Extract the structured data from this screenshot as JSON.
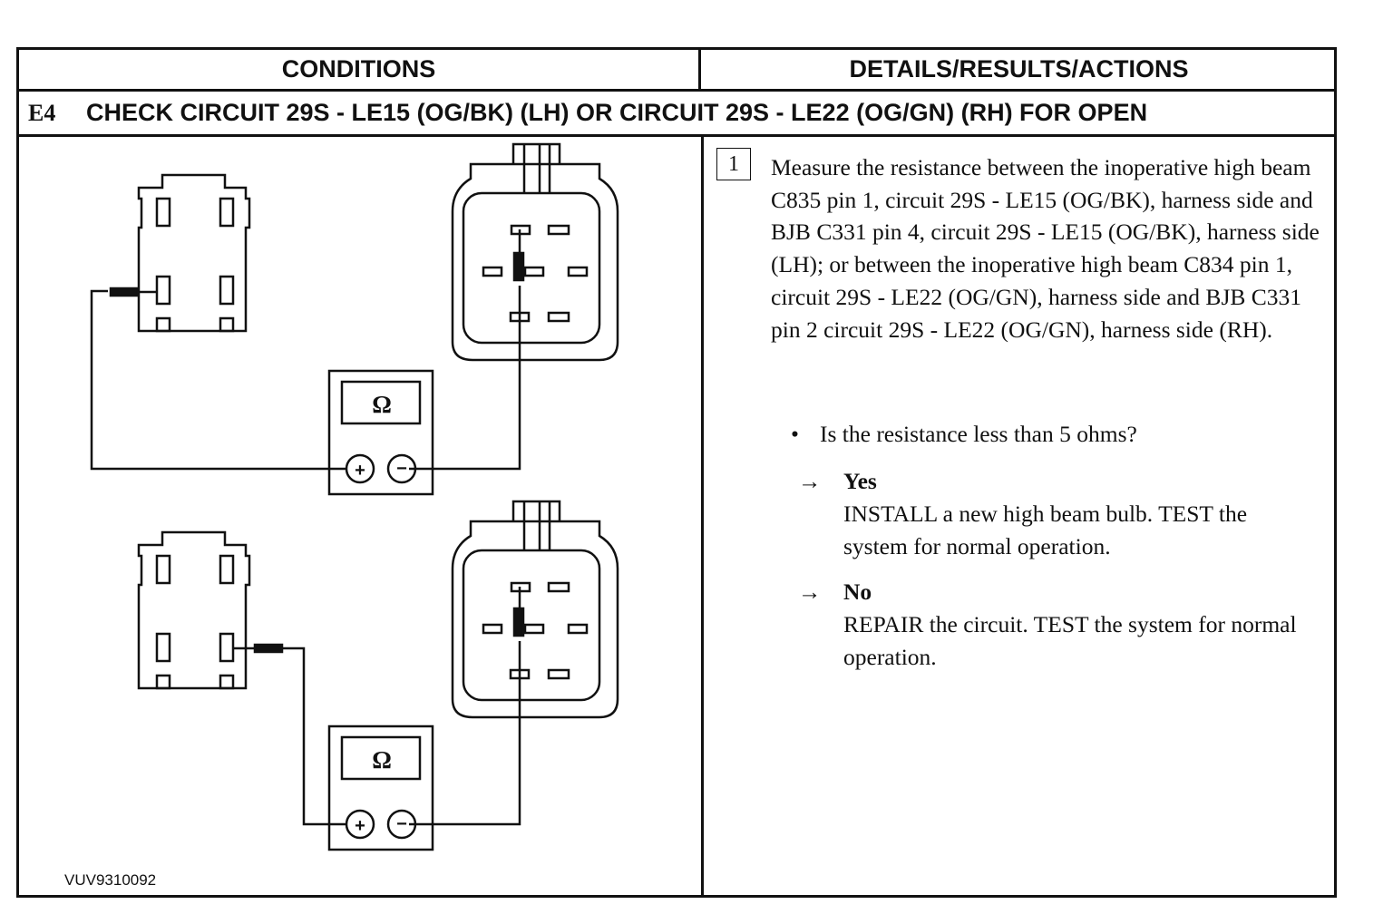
{
  "headers": {
    "conditions": "CONDITIONS",
    "details": "DETAILS/RESULTS/ACTIONS"
  },
  "step": {
    "number": "E4",
    "title": "CHECK CIRCUIT 29S - LE15 (OG/BK) (LH) OR CIRCUIT 29S - LE22 (OG/GN) (RH) FOR OPEN"
  },
  "diagram": {
    "meter_symbol": "Ω",
    "plus_symbol": "+",
    "minus_symbol": "−",
    "figure_id": "VUV9310092"
  },
  "procedure": {
    "step_label": "1",
    "instruction": "Measure the resistance between the inoperative high beam C835 pin 1, circuit 29S - LE15 (OG/BK), harness side and BJB C331 pin 4, circuit 29S - LE15 (OG/BK), harness side (LH); or between the inoperative high beam C834 pin 1, circuit 29S - LE22 (OG/GN), harness side and BJB C331 pin 2 circuit 29S - LE22 (OG/GN), harness side (RH).",
    "question": "Is the resistance less than 5 ohms?",
    "yes": {
      "arrow": "→",
      "label": "Yes",
      "action": "INSTALL a new high beam bulb. TEST the system for normal operation."
    },
    "no": {
      "arrow": "→",
      "label": "No",
      "action": "REPAIR the circuit. TEST the system for normal operation."
    }
  }
}
